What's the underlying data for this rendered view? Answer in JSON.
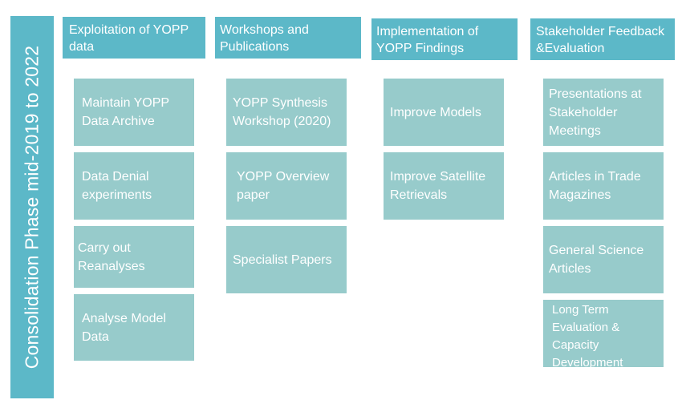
{
  "sidebar_title": "Consolidation Phase mid-2019 to 2022",
  "columns": [
    {
      "header": "Exploitation of YOPP data",
      "items": [
        "Maintain YOPP Data Archive",
        "Data Denial experiments",
        "Carry out Reanalyses",
        "Analyse Model Data"
      ]
    },
    {
      "header": "Workshops and Publications",
      "items": [
        "YOPP Synthesis Workshop (2020)",
        "YOPP Overview paper",
        "Specialist Papers"
      ]
    },
    {
      "header": "Implementation of YOPP Findings",
      "items": [
        "Improve Models",
        "Improve Satellite Retrievals"
      ]
    },
    {
      "header": "Stakeholder Feedback &Evaluation",
      "items": [
        "Presentations at Stakeholder Meetings",
        "Articles in Trade Magazines",
        "General Science Articles",
        "Long Term Evaluation & Capacity Development"
      ]
    }
  ]
}
